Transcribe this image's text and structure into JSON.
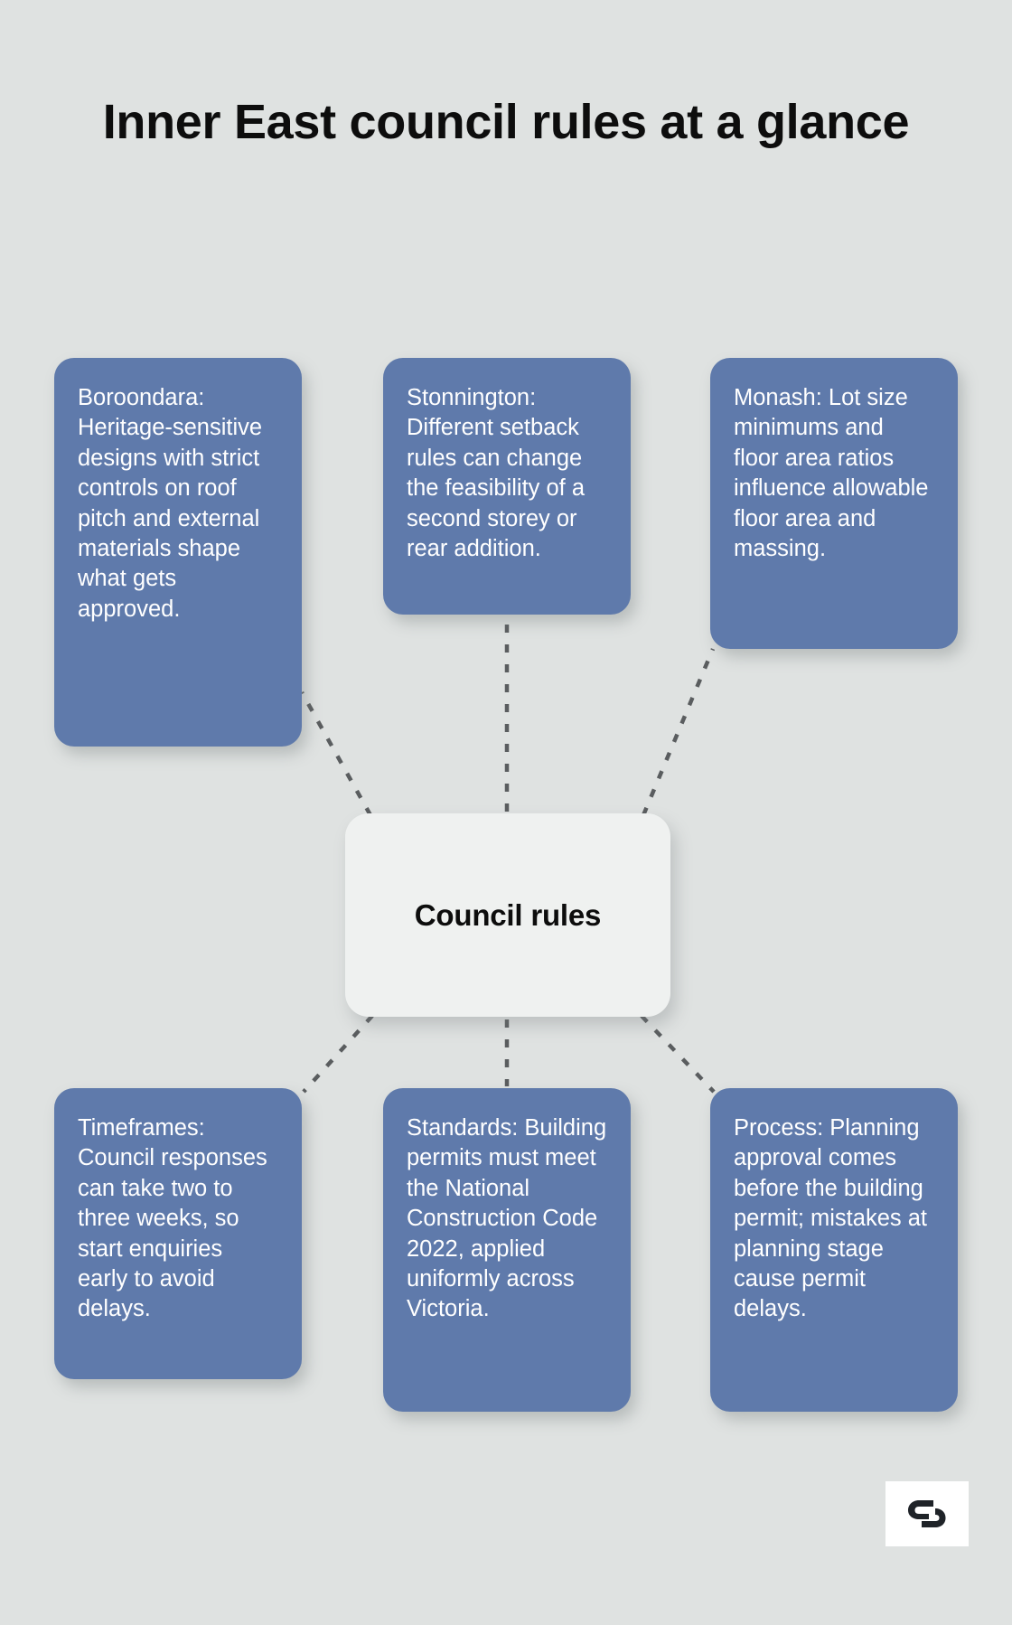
{
  "page": {
    "background_color": "#dfe2e1",
    "card_color": "#5f7aab",
    "center_color": "#eff1f0",
    "connector_color": "#5a5d5f",
    "title_color": "#0d0d0d"
  },
  "title": {
    "text": "Inner East council rules at a glance"
  },
  "center": {
    "label": "Council rules"
  },
  "cards": [
    {
      "id": "boroondara",
      "name": "card-boroondara",
      "text": "Boroondara: Heritage-sensitive designs with strict controls on roof pitch and external materials shape what gets approved."
    },
    {
      "id": "stonnington",
      "name": "card-stonnington",
      "text": "Stonnington: Different setback rules can change the feasibility of a second storey or rear addition."
    },
    {
      "id": "monash",
      "name": "card-monash",
      "text": "Monash: Lot size minimums and floor area ratios influence allowable floor area and massing."
    },
    {
      "id": "timeframes",
      "name": "card-timeframes",
      "text": "Timeframes: Council responses can take two to three weeks, so start enquiries early to avoid delays."
    },
    {
      "id": "standards",
      "name": "card-standards",
      "text": "Standards: Building permits must meet the National Construction Code 2022, applied uniformly across Victoria."
    },
    {
      "id": "process",
      "name": "card-process",
      "text": "Process: Planning approval comes before the building permit; mistakes at planning stage cause permit delays."
    }
  ],
  "logo": {
    "icon": "s-monogram-logo",
    "background": "#ffffff",
    "mark_color": "#1f2328"
  },
  "chart_data": {
    "type": "diagram",
    "layout": "mind-map",
    "center": "Council rules",
    "nodes": [
      "Boroondara: Heritage-sensitive designs with strict controls on roof pitch and external materials shape what gets approved.",
      "Stonnington: Different setback rules can change the feasibility of a second storey or rear addition.",
      "Monash: Lot size minimums and floor area ratios influence allowable floor area and massing.",
      "Timeframes: Council responses can take two to three weeks, so start enquiries early to avoid delays.",
      "Standards: Building permits must meet the National Construction Code 2022, applied uniformly across Victoria.",
      "Process: Planning approval comes before the building permit; mistakes at planning stage cause permit delays."
    ],
    "edges": [
      [
        "Council rules",
        "Boroondara"
      ],
      [
        "Council rules",
        "Stonnington"
      ],
      [
        "Council rules",
        "Monash"
      ],
      [
        "Council rules",
        "Timeframes"
      ],
      [
        "Council rules",
        "Standards"
      ],
      [
        "Council rules",
        "Process"
      ]
    ],
    "title": "Inner East council rules at a glance"
  }
}
